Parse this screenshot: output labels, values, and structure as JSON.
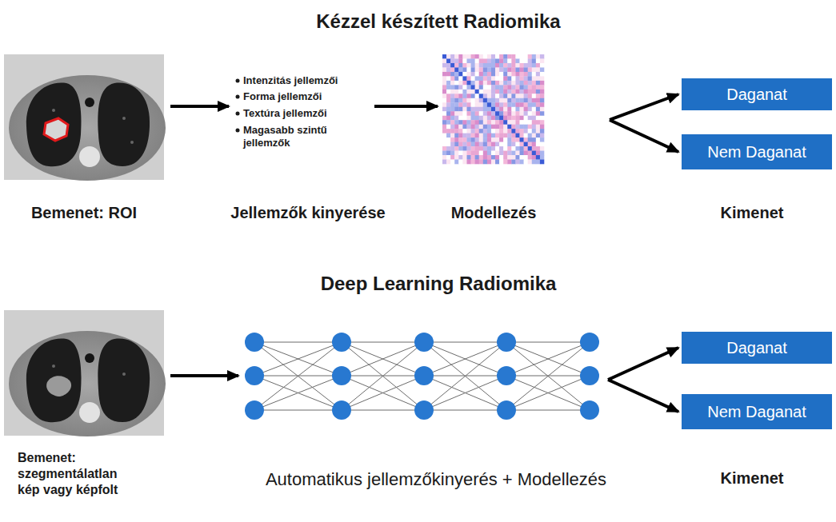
{
  "diagram": {
    "nodes": [
      {
        "text": [
          "Daganat"
        ]
      },
      {
        "text": [
          "Nem Daganat"
        ]
      },
      {
        "text": [
          "Daganat"
        ]
      },
      {
        "text": [
          "Nem Daganat"
        ]
      }
    ],
    "labels": [
      "Kézzel készített Radiomika",
      "Intenzitás jellemzői",
      "Forma jellemzői",
      "Textúra jellemzői",
      "Magasabb szintű jellemzők",
      "Bemenet: ROI",
      "Jellemzők kinyerése",
      "Modellezés",
      "Kimenet",
      "Deep Learning Radiomika",
      "Bemenet: szegmentálatlan kép vagy képfolt",
      "Automatikus jellemzőkinyerés + Modellezés",
      "Kimenet"
    ]
  }
}
